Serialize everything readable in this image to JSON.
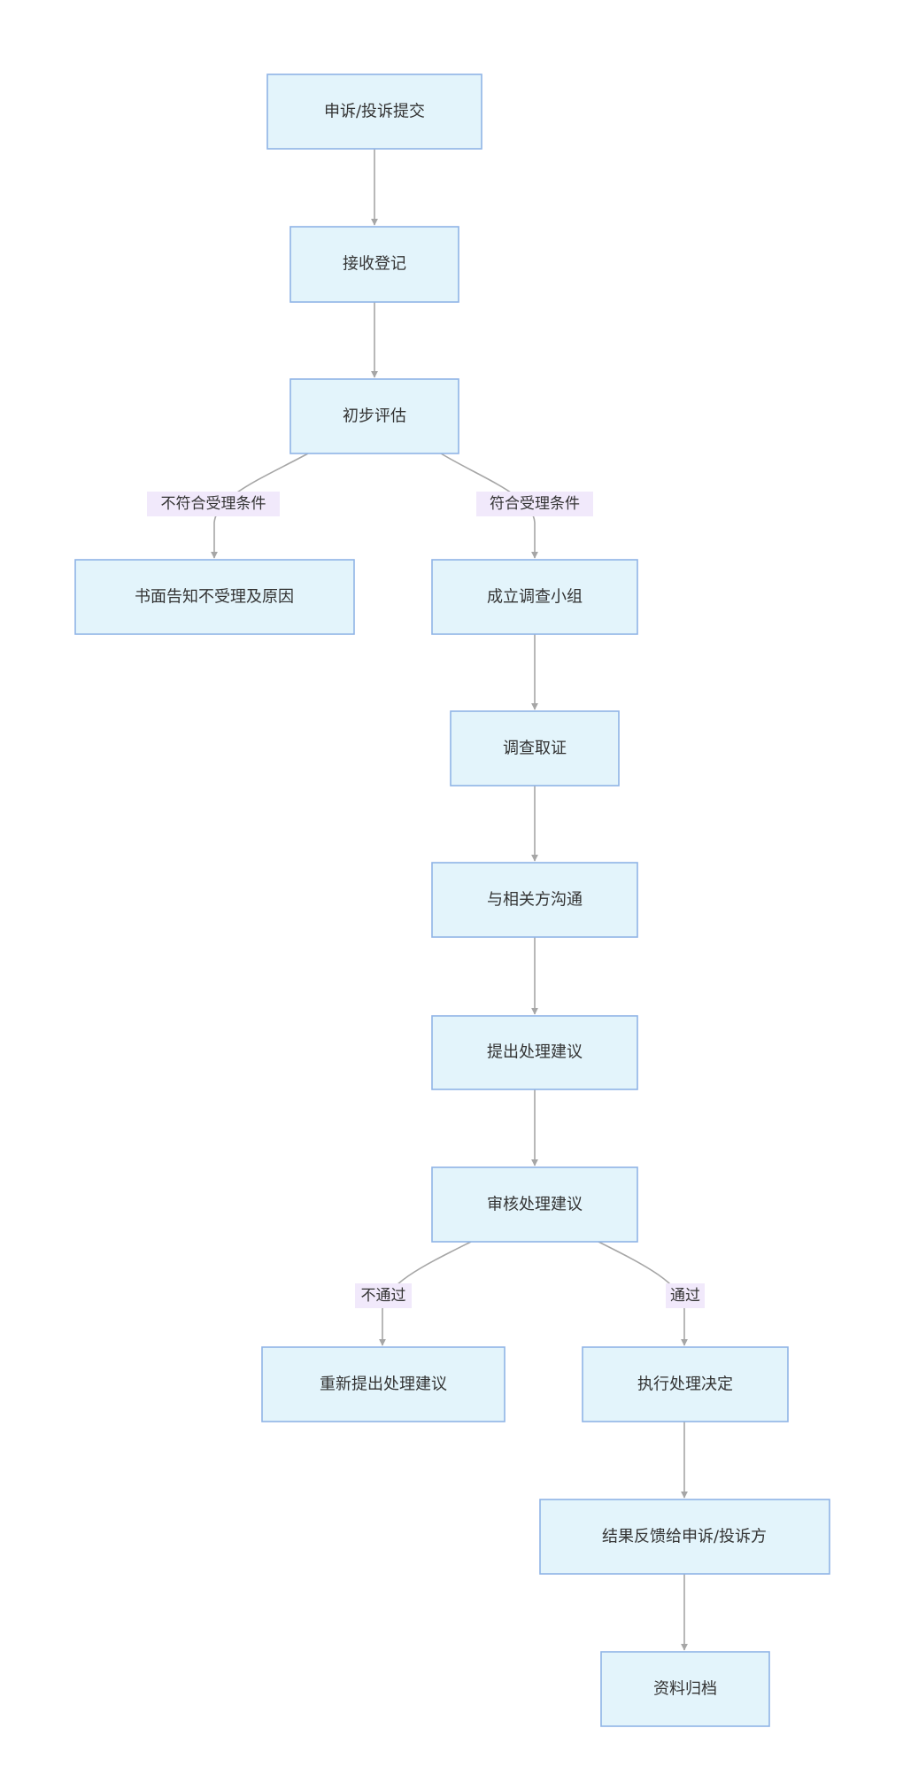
{
  "nodes": {
    "submit": "申诉/投诉提交",
    "register": "接收登记",
    "assess": "初步评估",
    "reject_notice": "书面告知不受理及原因",
    "form_team": "成立调查小组",
    "investigate": "调查取证",
    "communicate": "与相关方沟通",
    "propose": "提出处理建议",
    "review": "审核处理建议",
    "re_propose": "重新提出处理建议",
    "execute": "执行处理决定",
    "feedback": "结果反馈给申诉/投诉方",
    "archive": "资料归档"
  },
  "edge_labels": {
    "not_eligible": "不符合受理条件",
    "eligible": "符合受理条件",
    "rejected": "不通过",
    "approved": "通过"
  },
  "colors": {
    "node_fill": "#e3f4fb",
    "node_border": "#8fb4e6",
    "edge": "#a6a6a6",
    "edge_label_bg": "#f1e9fb",
    "text": "#333333"
  }
}
